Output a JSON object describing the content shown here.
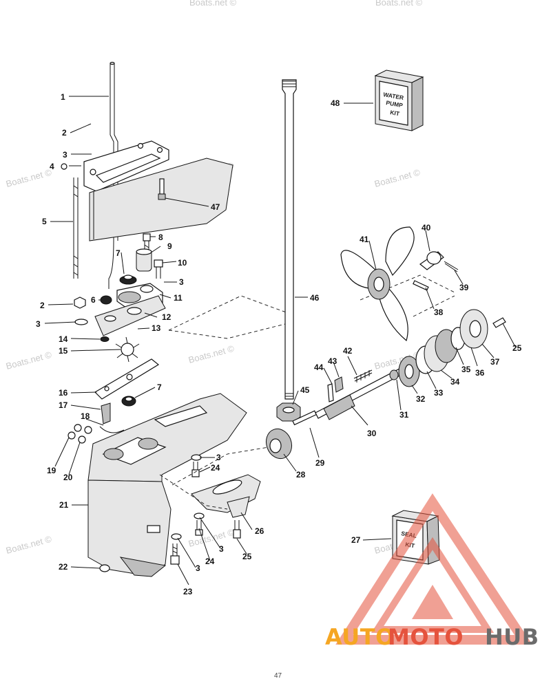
{
  "watermark": {
    "text": "Boats.net ©"
  },
  "kits": {
    "water_pump": [
      "WATER",
      "PUMP",
      "KIT"
    ],
    "seal": [
      "SEAL",
      "KIT"
    ]
  },
  "callouts": [
    "1",
    "2",
    "3",
    "4",
    "5",
    "47",
    "48",
    "46",
    "8",
    "9",
    "10",
    "7",
    "3",
    "6",
    "11",
    "2",
    "12",
    "3",
    "13",
    "14",
    "15",
    "16",
    "7",
    "17",
    "18",
    "19",
    "20",
    "21",
    "22",
    "23",
    "3",
    "24",
    "3",
    "24",
    "26",
    "3",
    "25",
    "27",
    "45",
    "44",
    "43",
    "42",
    "29",
    "28",
    "30",
    "31",
    "32",
    "33",
    "34",
    "35",
    "36",
    "37",
    "25",
    "38",
    "39",
    "40",
    "41"
  ],
  "logo": {
    "part1": "AUTO",
    "part2": "MOTO",
    "part3": "HUB",
    "color1": "#f5a623",
    "color2": "#e5533d",
    "color3": "#6b6b6b"
  },
  "footer_page": "47"
}
